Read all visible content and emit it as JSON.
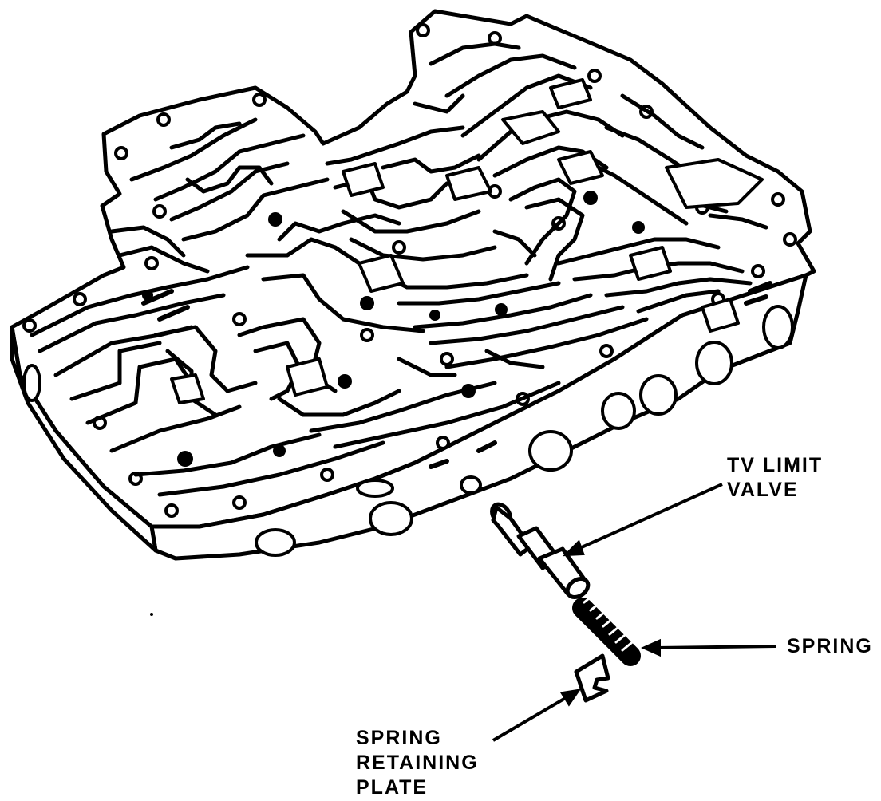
{
  "diagram": {
    "labels": {
      "tv_limit_valve": [
        "TV LIMIT",
        "VALVE"
      ],
      "spring": [
        "SPRING"
      ],
      "spring_retaining_plate": [
        "SPRING",
        "RETAINING",
        "PLATE"
      ]
    },
    "colors": {
      "ink": "#000000",
      "paper": "#ffffff",
      "shade": "#1a1a1a"
    }
  }
}
